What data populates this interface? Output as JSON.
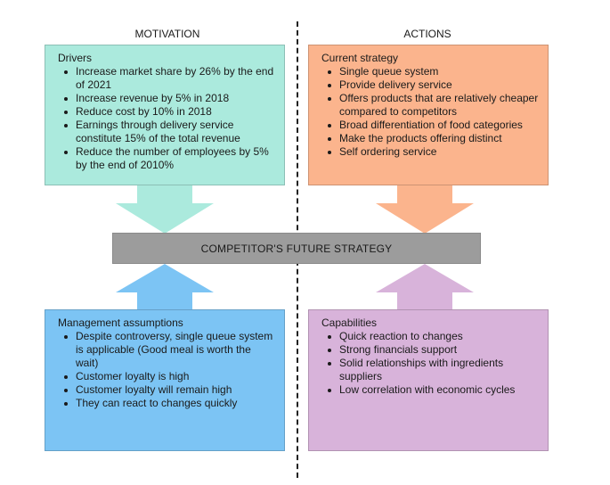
{
  "headers": {
    "left": "MOTIVATION",
    "right": "ACTIONS"
  },
  "center": "COMPETITOR'S FUTURE STRATEGY",
  "colors": {
    "drivers": "#abeadd",
    "strategy": "#fbb48d",
    "assumptions": "#7cc4f4",
    "capabilities": "#d8b3da",
    "center": "#9c9c9c"
  },
  "drivers": {
    "title": "Drivers",
    "items": [
      "Increase market share by 26% by the end of 2021",
      "Increase revenue by 5% in 2018",
      "Reduce cost by 10% in 2018",
      "Earnings through delivery service constitute 15% of the total revenue",
      "Reduce the number of employees by 5% by the end of 2010%"
    ]
  },
  "strategy": {
    "title": "Current strategy",
    "items": [
      "Single queue system",
      "Provide delivery service",
      "Offers products that are relatively cheaper compared to competitors",
      "Broad differentiation of food categories",
      "Make the products offering distinct",
      "Self ordering service"
    ]
  },
  "assumptions": {
    "title": "Management assumptions",
    "items": [
      "Despite controversy, single queue system is applicable (Good meal is worth the wait)",
      "Customer loyalty is high",
      "Customer loyalty will remain high",
      "They can react to changes quickly"
    ]
  },
  "capabilities": {
    "title": "Capabilities",
    "items": [
      "Quick reaction to changes",
      "Strong financials support",
      "Solid relationships with ingredients suppliers",
      "Low correlation with economic cycles"
    ]
  }
}
